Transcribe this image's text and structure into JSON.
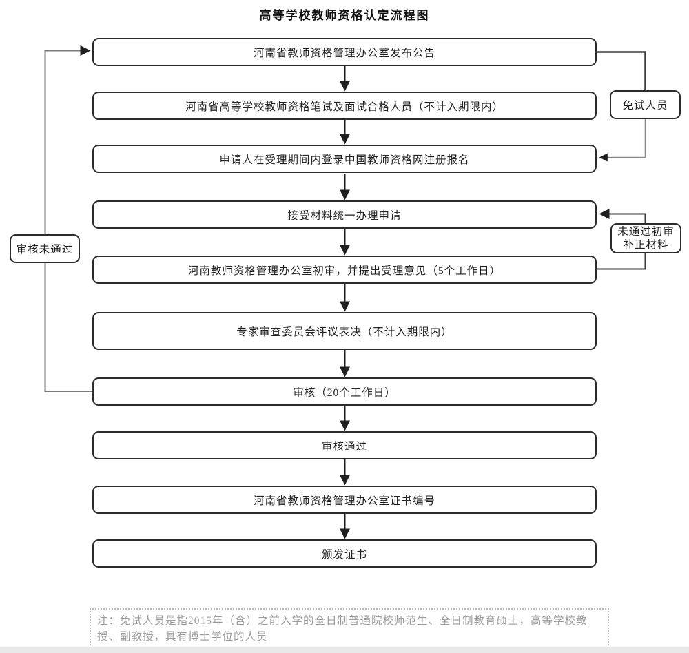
{
  "title": "高等学校教师资格认定流程图",
  "flow": {
    "steps": [
      {
        "label": "河南省教师资格管理办公室发布公告"
      },
      {
        "label": "河南省高等学校教师资格笔试及面试合格人员（不计入期限内）"
      },
      {
        "label": "申请人在受理期间内登录中国教师资格网注册报名"
      },
      {
        "label": "接受材料统一办理申请"
      },
      {
        "label": "河南教师资格管理办公室初审，并提出受理意见（5个工作日）"
      },
      {
        "label": "专家审查委员会评议表决（不计入期限内）"
      },
      {
        "label": "审核（20个工作日）"
      },
      {
        "label": "审核通过"
      },
      {
        "label": "河南省教师资格管理办公室证书编号"
      },
      {
        "label": "颁发证书"
      }
    ],
    "side_boxes": {
      "review_failed": "审核未通过",
      "exempt": "免试人员",
      "resubmit_line1": "未通过初审",
      "resubmit_line2": "补正材料"
    }
  },
  "note": "注：免试人员是指2015年（含）之前入学的全日制普通院校师范生、全日制教育硕士，高等学校教授、副教授，具有博士学位的人员",
  "colors": {
    "box_border": "#2b2b2b",
    "main_line": "#1f1f1f",
    "loop_line_left": "#7a7a7a",
    "loop_line_right": "#3a3a3a",
    "loop_line_right_light": "#8a8a8a",
    "note_text": "#9c9c9c",
    "note_border": "#b9b9b9"
  }
}
